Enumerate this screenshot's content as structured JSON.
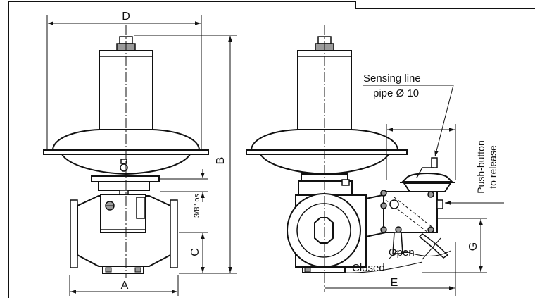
{
  "diagram": {
    "dimension_labels": {
      "a": "A",
      "b": "B",
      "c": "C",
      "d": "D",
      "e": "E",
      "g": "G",
      "port": "3/8\" os"
    },
    "annotations": {
      "sensing_line_1": "Sensing line",
      "sensing_line_2": "pipe Ø 10",
      "push_button_1": "Push-button",
      "push_button_2": "to release",
      "open": "Open",
      "closed": "Closed"
    }
  }
}
